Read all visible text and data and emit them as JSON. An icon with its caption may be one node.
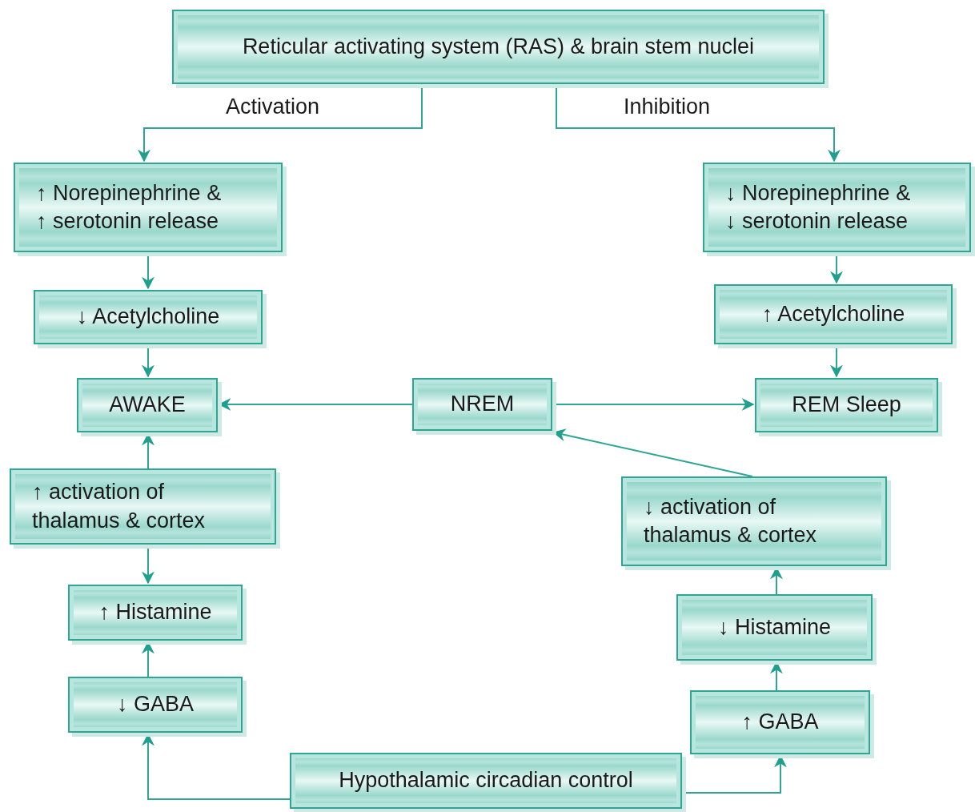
{
  "diagram": {
    "nodes": [
      {
        "text": [
          "Reticular activating system (RAS) & brain stem nuclei"
        ]
      },
      {
        "text": [
          "↑ Norepinephrine & ↑ serotonin release"
        ]
      },
      {
        "text": [
          "↓ Acetylcholine"
        ]
      },
      {
        "text": [
          "AWAKE"
        ]
      },
      {
        "text": [
          "NREM"
        ]
      },
      {
        "text": [
          "REM Sleep"
        ]
      },
      {
        "text": [
          "↑ activation of thalamus & cortex"
        ]
      },
      {
        "text": [
          "↑ Histamine"
        ]
      },
      {
        "text": [
          "↓ GABA"
        ]
      },
      {
        "text": [
          "Hypothalamic circadian control"
        ]
      },
      {
        "text": [
          "↓ Norepinephrine & ↓ serotonin release"
        ]
      },
      {
        "text": [
          "↑ Acetylcholine"
        ]
      },
      {
        "text": [
          "↓ activation of thalamus & cortex"
        ]
      },
      {
        "text": [
          "↓ Histamine"
        ]
      },
      {
        "text": [
          "↑ GABA"
        ]
      }
    ],
    "edges": [
      {
        "from": 0,
        "to": 1,
        "arrow": "to",
        "label": "Activation"
      },
      {
        "from": 0,
        "to": 10,
        "arrow": "to",
        "label": "Inhibition"
      },
      {
        "from": 1,
        "to": 2,
        "arrow": "to"
      },
      {
        "from": 2,
        "to": 3,
        "arrow": "to"
      },
      {
        "from": 6,
        "to": 3,
        "arrow": "to"
      },
      {
        "from": 6,
        "to": 7,
        "arrow": "to"
      },
      {
        "from": 8,
        "to": 7,
        "arrow": "to"
      },
      {
        "from": 9,
        "to": 8,
        "arrow": "to"
      },
      {
        "from": 4,
        "to": 3,
        "arrow": "to"
      },
      {
        "from": 4,
        "to": 5,
        "arrow": "to"
      },
      {
        "from": 10,
        "to": 11,
        "arrow": "to"
      },
      {
        "from": 11,
        "to": 5,
        "arrow": "to"
      },
      {
        "from": 12,
        "to": 4,
        "arrow": "to"
      },
      {
        "from": 13,
        "to": 12,
        "arrow": "to"
      },
      {
        "from": 14,
        "to": 13,
        "arrow": "to"
      },
      {
        "from": 9,
        "to": 14,
        "arrow": "to"
      }
    ]
  }
}
